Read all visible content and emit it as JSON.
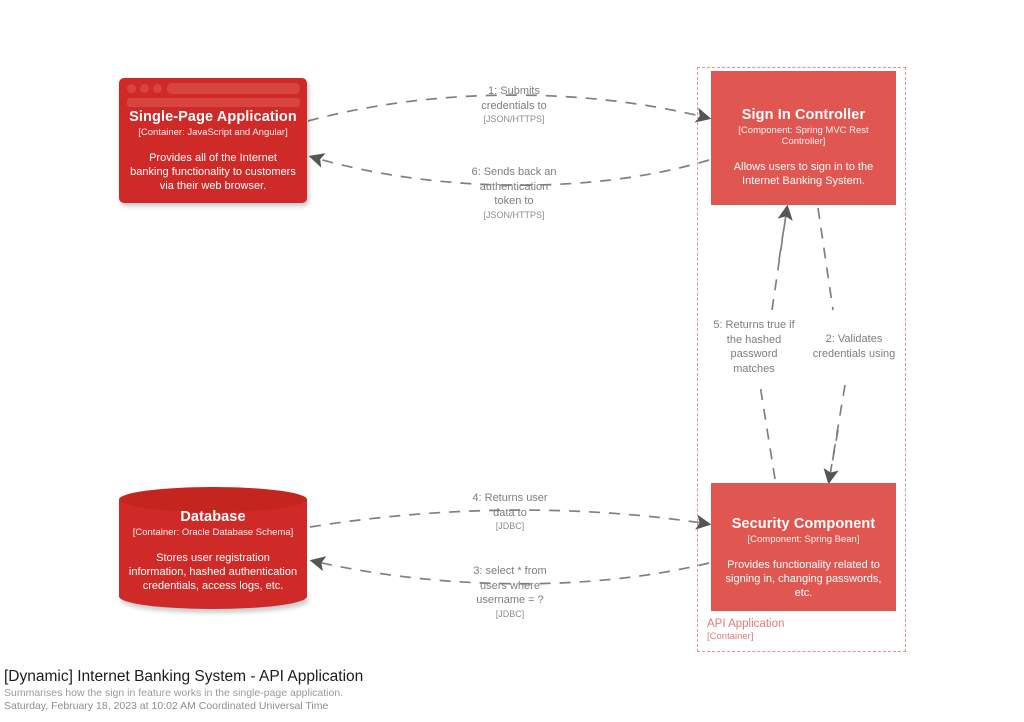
{
  "diagram": {
    "title": "[Dynamic] Internet Banking System - API Application",
    "subtitle": "Summarises how the sign in feature works in the single-page application.",
    "timestamp": "Saturday, February 18, 2023 at 10:02 AM Coordinated Universal Time"
  },
  "colors": {
    "element_fill": "#cf2a27",
    "component_fill": "#e05650",
    "boundary_stroke": "#e8908c",
    "boundary_label": "#e07a76",
    "relationship_line": "#7d7d7d",
    "background": "#ffffff"
  },
  "boundary": {
    "name": "API Application",
    "tech": "[Container]"
  },
  "nodes": {
    "spa": {
      "name": "Single-Page Application",
      "tech": "[Container: JavaScript and Angular]",
      "description": "Provides all of the Internet banking functionality to customers via their web browser.",
      "shape": "web-browser"
    },
    "database": {
      "name": "Database",
      "tech": "[Container: Oracle Database Schema]",
      "description": "Stores user registration information, hashed authentication credentials, access logs, etc.",
      "shape": "cylinder"
    },
    "signin": {
      "name": "Sign In Controller",
      "tech": "[Component: Spring MVC Rest Controller]",
      "description": "Allows users to sign in to the Internet Banking System.",
      "shape": "box"
    },
    "security": {
      "name": "Security Component",
      "tech": "[Component: Spring Bean]",
      "description": "Provides functionality related to signing in, changing passwords, etc.",
      "shape": "box"
    }
  },
  "relationships": [
    {
      "order": "1",
      "label": "1: Submits credentials to",
      "tech": "[JSON/HTTPS]",
      "from": "spa",
      "to": "signin"
    },
    {
      "order": "6",
      "label": "6: Sends back an authentication token to",
      "tech": "[JSON/HTTPS]",
      "from": "signin",
      "to": "spa"
    },
    {
      "order": "2",
      "label": "2: Validates credentials using",
      "tech": "",
      "from": "signin",
      "to": "security"
    },
    {
      "order": "5",
      "label": "5: Returns true if the hashed password matches",
      "tech": "",
      "from": "security",
      "to": "signin"
    },
    {
      "order": "3",
      "label": "3: select * from users where username = ?",
      "tech": "[JDBC]",
      "from": "security",
      "to": "database"
    },
    {
      "order": "4",
      "label": "4: Returns user data to",
      "tech": "[JDBC]",
      "from": "database",
      "to": "security"
    }
  ],
  "rel_text": {
    "r1_l1": "1: Submits",
    "r1_l2": "credentials to",
    "r1_tech": "[JSON/HTTPS]",
    "r6_l1": "6: Sends back an",
    "r6_l2": "authentication",
    "r6_l3": "token to",
    "r6_tech": "[JSON/HTTPS]",
    "r2_l1": "2: Validates",
    "r2_l2": "credentials using",
    "r5_l1": "5: Returns true if",
    "r5_l2": "the hashed",
    "r5_l3": "password",
    "r5_l4": "matches",
    "r4_l1": "4: Returns user",
    "r4_l2": "data to",
    "r4_tech": "[JDBC]",
    "r3_l1": "3: select * from",
    "r3_l2": "users where",
    "r3_l3": "username = ?",
    "r3_tech": "[JDBC]"
  }
}
